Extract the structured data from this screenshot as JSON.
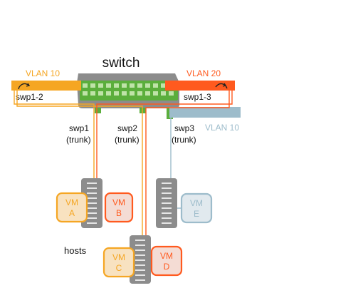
{
  "switch": {
    "title": "switch"
  },
  "vlans": {
    "left": {
      "label": "VLAN 10",
      "color": "#F5A623"
    },
    "right": {
      "label": "VLAN 20",
      "color": "#FF5A1F"
    },
    "swp3": {
      "label": "VLAN 10",
      "color": "#9DBCCB"
    }
  },
  "bonds": {
    "left": "swp1-2",
    "right": "swp1-3"
  },
  "ports": [
    {
      "name": "swp1",
      "mode": "(trunk)"
    },
    {
      "name": "swp2",
      "mode": "(trunk)"
    },
    {
      "name": "swp3",
      "mode": "(trunk)"
    }
  ],
  "hosts_label": "hosts",
  "vms": [
    {
      "title": "VM",
      "letter": "A",
      "color": "#F5A623"
    },
    {
      "title": "VM",
      "letter": "B",
      "color": "#FF5A1F"
    },
    {
      "title": "VM",
      "letter": "C",
      "color": "#F5A623"
    },
    {
      "title": "VM",
      "letter": "D",
      "color": "#FF5A1F"
    },
    {
      "title": "VM",
      "letter": "E",
      "color": "#9DBCCB"
    }
  ],
  "colors": {
    "switch_body": "#8C8C8C",
    "switch_panel": "#5BAE3C",
    "host_body": "#8C8C8C",
    "vm_orange_fill": "#F8E2C0",
    "vm_red_fill": "#F4DCD4",
    "vm_blue_fill": "#E1E9EE",
    "port_green": "#5BAE3C"
  }
}
